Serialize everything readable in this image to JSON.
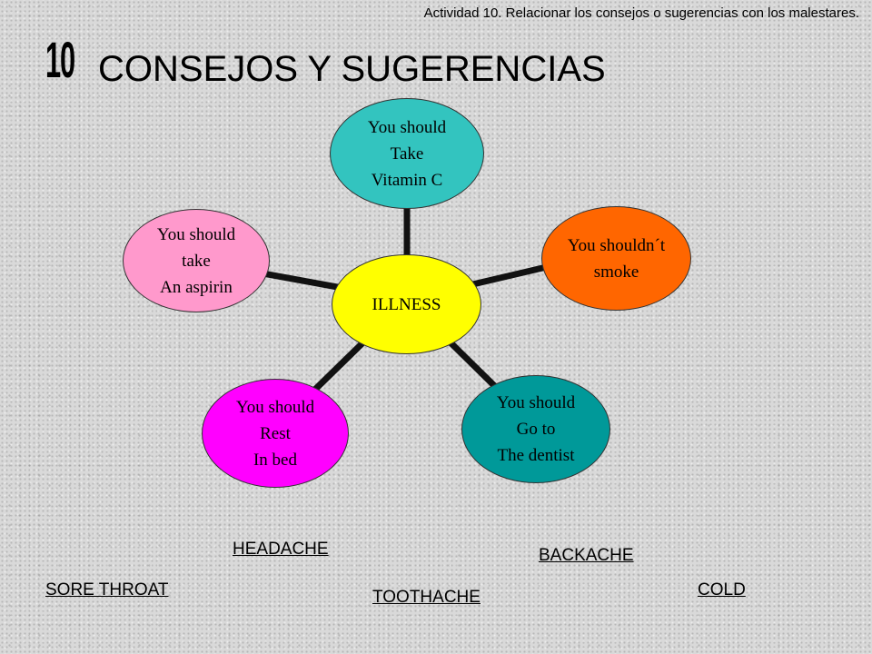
{
  "header": {
    "activity": "Actividad 10. Relacionar los consejos o sugerencias con los malestares.",
    "lesson_number": "10",
    "title": "CONSEJOS Y SUGERENCIAS"
  },
  "diagram": {
    "center": {
      "label": "ILLNESS",
      "color": "#ffff00"
    },
    "advice": [
      {
        "lines": [
          "You should",
          "Take",
          "Vitamin C"
        ],
        "color": "#33c4bf"
      },
      {
        "lines": [
          "You shouldn´t",
          "smoke"
        ],
        "color": "#ff6600"
      },
      {
        "lines": [
          "You should",
          "Go to",
          "The dentist"
        ],
        "color": "#009999"
      },
      {
        "lines": [
          "You should",
          "Rest",
          "In bed"
        ],
        "color": "#ff00ff"
      },
      {
        "lines": [
          "You should",
          "take",
          "An aspirin"
        ],
        "color": "#ff99cc"
      }
    ],
    "connector_color": "#111111"
  },
  "ailments": [
    "HEADACHE",
    "BACKACHE",
    "SORE THROAT",
    "TOOTHACHE",
    "COLD"
  ]
}
